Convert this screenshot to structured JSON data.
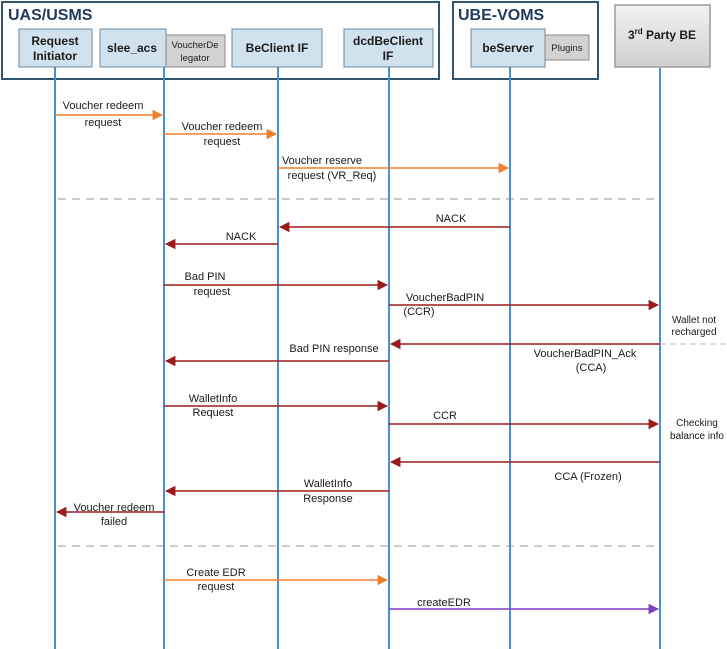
{
  "groups": {
    "uas_usms": "UAS/USMS",
    "ube_voms": "UBE-VOMS"
  },
  "participants": {
    "request_initiator": [
      "Request",
      "Initiator"
    ],
    "slee_acs": "slee_acs",
    "voucher_delegator": [
      "VoucherDe",
      "legator"
    ],
    "beclient_if": "BeClient IF",
    "dcdbeclient_if": [
      "dcdBeClient",
      "IF"
    ],
    "beserver": "beServer",
    "plugins": "Plugins",
    "third_party_be": {
      "prefix": "3",
      "sup": "rd",
      "rest": " Party BE"
    }
  },
  "messages": {
    "m1": [
      "Voucher redeem",
      "request"
    ],
    "m2": [
      "Voucher redeem",
      "request"
    ],
    "m3": [
      "Voucher reserve",
      "request (VR_Req)"
    ],
    "m4": [
      "NACK"
    ],
    "m5": [
      "NACK"
    ],
    "m6": [
      "Bad PIN",
      "request"
    ],
    "m7": [
      "VoucherBadPIN",
      "(CCR)"
    ],
    "m8": [
      "VoucherBadPIN_Ack",
      "(CCA)"
    ],
    "m9": [
      "Bad PIN response"
    ],
    "m10": [
      "WalletInfo",
      "Request"
    ],
    "m11": [
      "CCR"
    ],
    "m12": [
      "CCA (Frozen)"
    ],
    "m13": [
      "WalletInfo",
      "Response"
    ],
    "m14": [
      "Voucher redeem",
      "failed"
    ],
    "m15": [
      "Create EDR",
      "request"
    ],
    "m16": [
      "createEDR"
    ]
  },
  "notes": {
    "wallet_not_recharged": [
      "Wallet not",
      "recharged"
    ],
    "checking_balance_info": [
      "Checking",
      "balance info"
    ]
  },
  "colors": {
    "request_arrow": "#f07f2b",
    "response_arrow": "#9b1b1b",
    "edr_arrow": "#7d3fbf",
    "box_fill": "#cfe2ee",
    "group_border": "#2f5573",
    "lifeline": "#4a8fd0",
    "separator": "#b8b8b8"
  }
}
